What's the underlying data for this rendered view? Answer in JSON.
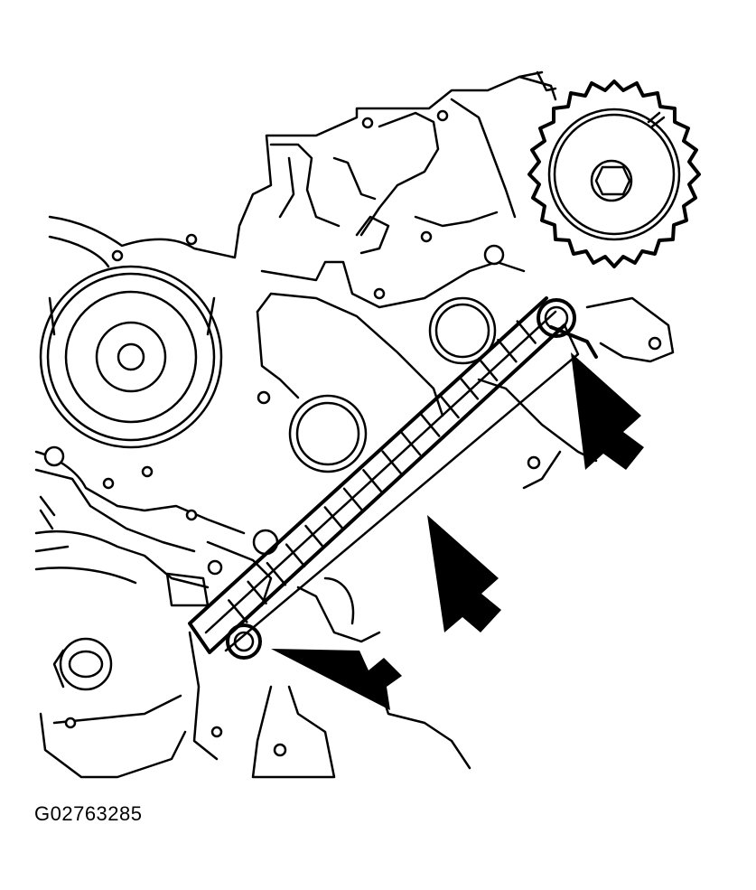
{
  "figure": {
    "id_label": "G02763285"
  },
  "callouts": [
    {
      "name": "upper-guide-bolt-arrow"
    },
    {
      "name": "chain-guide-arrow"
    },
    {
      "name": "lower-guide-bolt-arrow"
    }
  ],
  "colors": {
    "line": "#000000",
    "background": "#ffffff"
  }
}
